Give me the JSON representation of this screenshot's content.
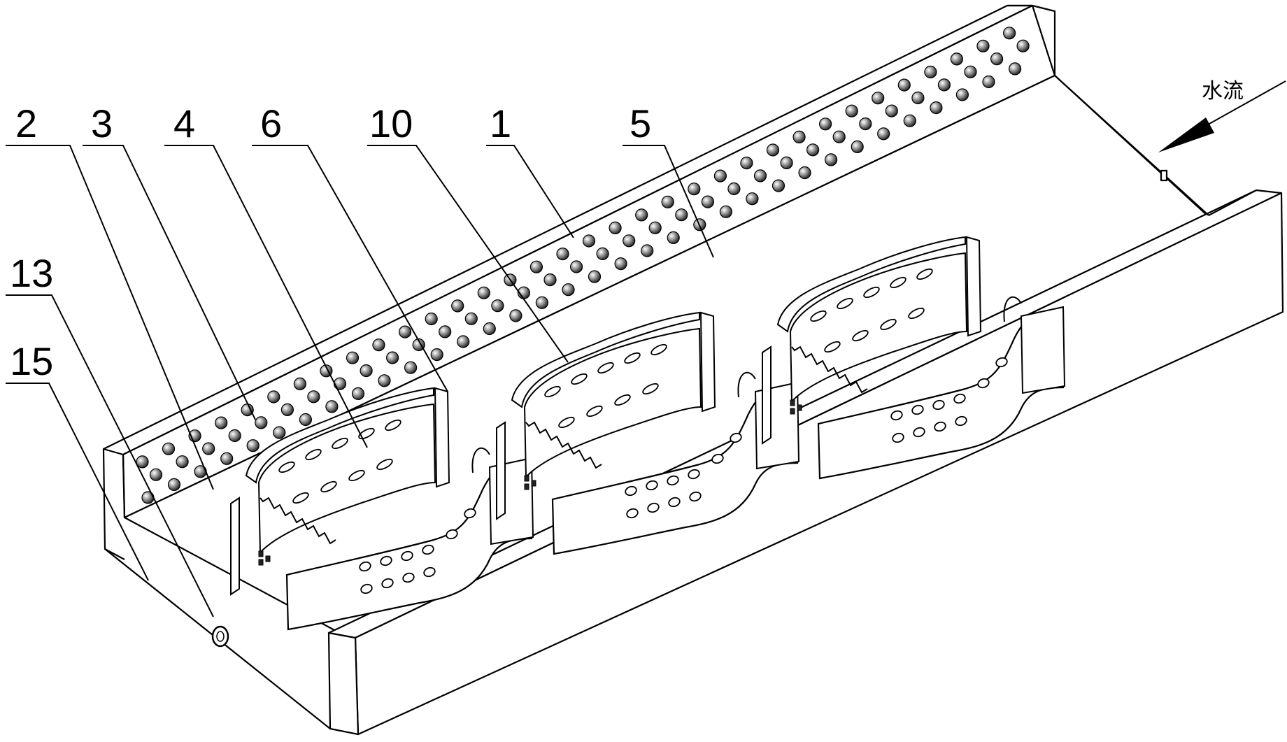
{
  "labels": {
    "l2": "2",
    "l3": "3",
    "l4": "4",
    "l6": "6",
    "l10": "10",
    "l1": "1",
    "l5": "5",
    "l13": "13",
    "l15": "15"
  },
  "flow_label": "水流",
  "colors": {
    "line": "#000000",
    "background": "#ffffff",
    "stud": "#7a7a7a"
  }
}
